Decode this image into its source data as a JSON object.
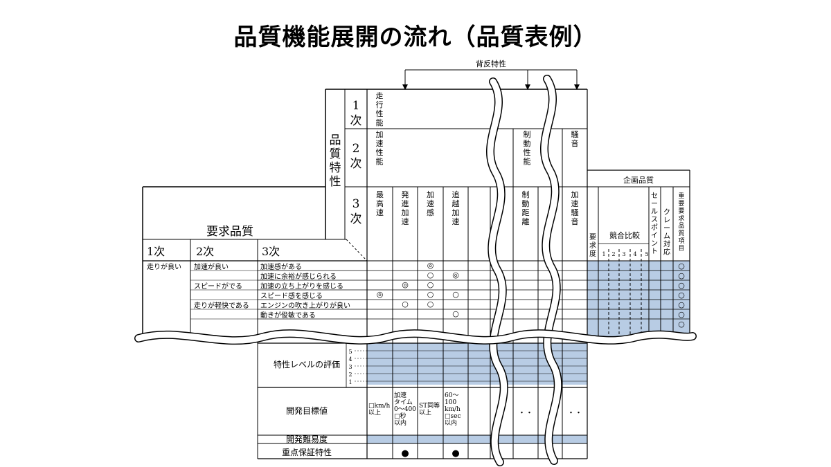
{
  "title": "品質機能展開の流れ（品質表例）",
  "colors": {
    "shade": "#b8cce4",
    "line": "#000000",
    "background": "#ffffff"
  },
  "quality_characteristics": {
    "header": "品質特性",
    "level_labels": [
      "1次",
      "2次",
      "3次"
    ],
    "tradeoff_label": "背反特性",
    "level1": [
      "走行性能"
    ],
    "level2": [
      "加速性能",
      "制動性能",
      "騒音"
    ],
    "level3": [
      "最高速",
      "発進加速",
      "加速感",
      "追越加速",
      "制動距離",
      "加速騒音"
    ]
  },
  "required_quality": {
    "header": "要求品質",
    "level_headers": [
      "1次",
      "2次",
      "3次"
    ],
    "level1": [
      "走りが良い"
    ],
    "level2": [
      "加速が良い",
      "スピードがでる",
      "走りが軽快である"
    ],
    "level3": [
      "加速感がある",
      "加速に余裕が感じられる",
      "加速の立ち上がりを感じる",
      "スピード感を感じる",
      "エンジンの吹き上がりが良い",
      "動きが俊敏である"
    ]
  },
  "relations": [
    {
      "row": 0,
      "col": 2,
      "symbol": "◎"
    },
    {
      "row": 1,
      "col": 2,
      "symbol": "○"
    },
    {
      "row": 1,
      "col": 3,
      "symbol": "◎"
    },
    {
      "row": 2,
      "col": 1,
      "symbol": "◎"
    },
    {
      "row": 2,
      "col": 2,
      "symbol": "○"
    },
    {
      "row": 3,
      "col": 0,
      "symbol": "◎"
    },
    {
      "row": 3,
      "col": 2,
      "symbol": "○"
    },
    {
      "row": 3,
      "col": 3,
      "symbol": "○"
    },
    {
      "row": 4,
      "col": 1,
      "symbol": "○"
    },
    {
      "row": 4,
      "col": 2,
      "symbol": "○"
    },
    {
      "row": 5,
      "col": 3,
      "symbol": "○"
    }
  ],
  "planning_quality": {
    "header": "企画品質",
    "columns": [
      "要求度",
      "競合比較",
      "セールスポイント",
      "クレーム対応",
      "重要要求品質項目"
    ],
    "scale": [
      "1",
      "2",
      "3",
      "4",
      "5"
    ],
    "important_marks": [
      "○",
      "○",
      "○",
      "○",
      "○",
      "○",
      "○"
    ]
  },
  "bottom_rows": {
    "evaluation_label": "特性レベルの評価",
    "evaluation_scale": [
      "5",
      "4",
      "3",
      "2",
      "1"
    ],
    "target_label": "開発目標値",
    "targets": [
      "□km/h\n以上",
      "加速\nタイム\n0～400\n□秒\n以内",
      "ST同等\n以上",
      "60～\n100\nkm/h\n□sec\n以内"
    ],
    "dots": [
      "・・",
      "・・"
    ],
    "difficulty_label": "開発難易度",
    "key_label": "重点保証特性",
    "key_marks": [
      {
        "col": 1,
        "symbol": "●"
      },
      {
        "col": 3,
        "symbol": "●"
      }
    ]
  }
}
